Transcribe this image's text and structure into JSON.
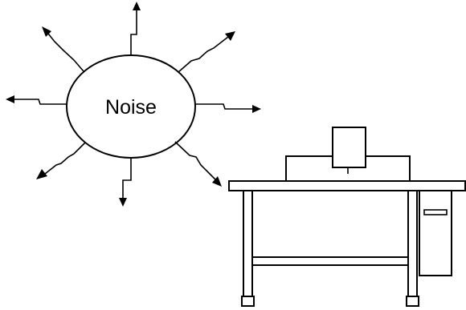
{
  "diagram": {
    "center_label": "Noise",
    "ink_color": "#000000",
    "background_color": "#ffffff",
    "noise_source_shape": "ellipse",
    "radiating_arrows_count": 8,
    "arrow_style": "zigzag-line-with-arrowhead",
    "equipment": "machine-on-table-stand"
  }
}
